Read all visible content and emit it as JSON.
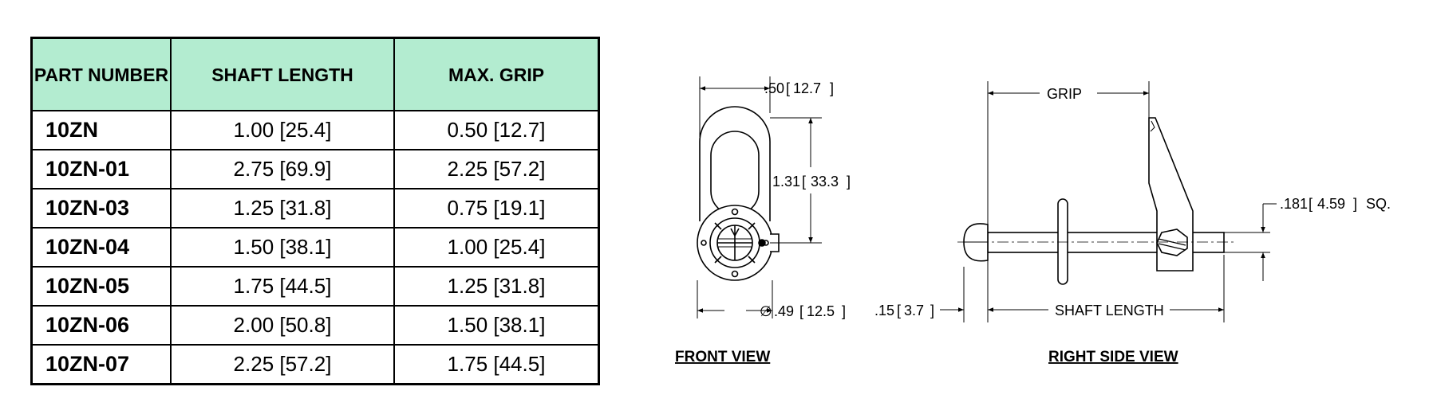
{
  "table": {
    "headers": [
      "PART NUMBER",
      "SHAFT LENGTH",
      "MAX. GRIP"
    ],
    "rows": [
      {
        "part": "10ZN",
        "shaft": "1.00 [25.4]",
        "grip": "0.50 [12.7]"
      },
      {
        "part": "10ZN-01",
        "shaft": "2.75 [69.9]",
        "grip": "2.25 [57.2]"
      },
      {
        "part": "10ZN-03",
        "shaft": "1.25 [31.8]",
        "grip": "0.75 [19.1]"
      },
      {
        "part": "10ZN-04",
        "shaft": "1.50 [38.1]",
        "grip": "1.00 [25.4]"
      },
      {
        "part": "10ZN-05",
        "shaft": "1.75 [44.5]",
        "grip": "1.25 [31.8]"
      },
      {
        "part": "10ZN-06",
        "shaft": "2.00 [50.8]",
        "grip": "1.50 [38.1]"
      },
      {
        "part": "10ZN-07",
        "shaft": "2.25 [57.2]",
        "grip": "1.75 [44.5]"
      }
    ]
  },
  "front_view": {
    "title": "FRONT VIEW",
    "dim_width": {
      "value": ".50",
      "metric": "12.7"
    },
    "dim_height": {
      "value": "1.31",
      "metric": "33.3"
    },
    "dim_diameter": {
      "symbol": "∅",
      "value": ".49",
      "metric": "12.5"
    }
  },
  "side_view": {
    "title": "RIGHT SIDE VIEW",
    "grip_label": "GRIP",
    "shaft_length_label": "SHAFT LENGTH",
    "dim_head": {
      "value": ".15",
      "metric": "3.7"
    },
    "dim_square": {
      "value": ".181",
      "metric": "4.59",
      "suffix": "SQ."
    }
  }
}
